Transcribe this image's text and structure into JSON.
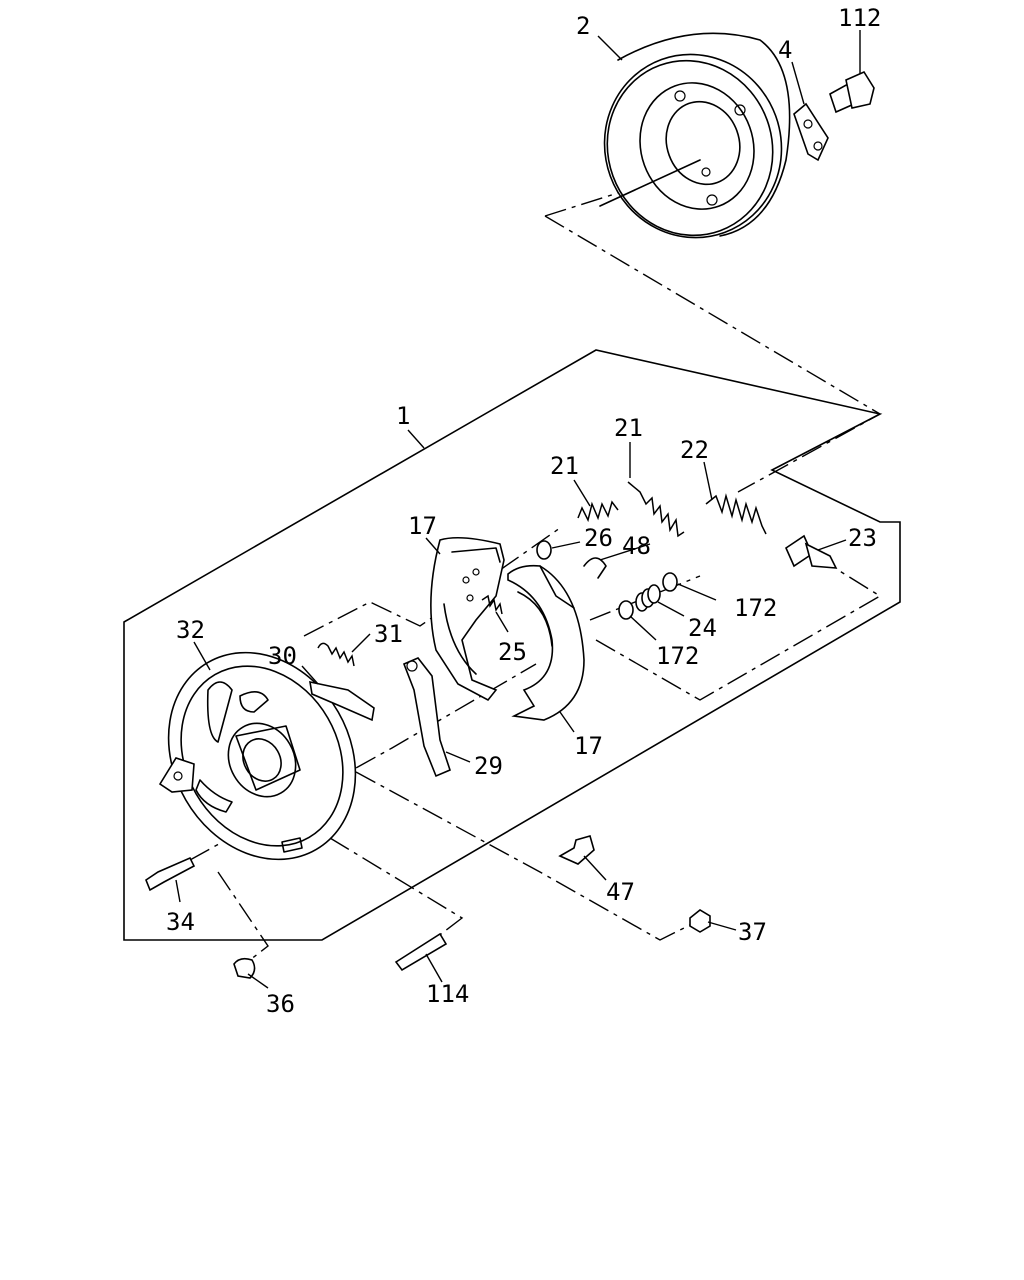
{
  "diagram": {
    "callouts": [
      {
        "id": "c2",
        "text": "2"
      },
      {
        "id": "c112",
        "text": "112"
      },
      {
        "id": "c4",
        "text": "4"
      },
      {
        "id": "c1",
        "text": "1"
      },
      {
        "id": "c21a",
        "text": "21"
      },
      {
        "id": "c21b",
        "text": "21"
      },
      {
        "id": "c22",
        "text": "22"
      },
      {
        "id": "c23",
        "text": "23"
      },
      {
        "id": "c17a",
        "text": "17"
      },
      {
        "id": "c26",
        "text": "26"
      },
      {
        "id": "c48",
        "text": "48"
      },
      {
        "id": "c172a",
        "text": "172"
      },
      {
        "id": "c24",
        "text": "24"
      },
      {
        "id": "c172b",
        "text": "172"
      },
      {
        "id": "c32",
        "text": "32"
      },
      {
        "id": "c31",
        "text": "31"
      },
      {
        "id": "c30",
        "text": "30"
      },
      {
        "id": "c25",
        "text": "25"
      },
      {
        "id": "c17b",
        "text": "17"
      },
      {
        "id": "c29",
        "text": "29"
      },
      {
        "id": "c47",
        "text": "47"
      },
      {
        "id": "c34",
        "text": "34"
      },
      {
        "id": "c37",
        "text": "37"
      },
      {
        "id": "c114",
        "text": "114"
      },
      {
        "id": "c36",
        "text": "36"
      }
    ]
  }
}
